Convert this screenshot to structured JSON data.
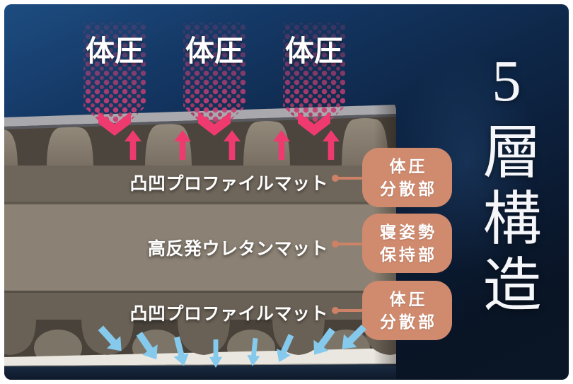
{
  "title": {
    "text": "5層構造"
  },
  "pressure": {
    "items": [
      {
        "label": "体圧"
      },
      {
        "label": "体圧"
      },
      {
        "label": "体圧"
      }
    ]
  },
  "layers": {
    "top_label": "凸凹プロファイルマット",
    "middle_label": "高反発ウレタンマット",
    "bottom_label": "凸凹プロファイルマット"
  },
  "badges": [
    {
      "line1": "体圧",
      "line2": "分散部"
    },
    {
      "line1": "寝姿勢",
      "line2": "保持部"
    },
    {
      "line1": "体圧",
      "line2": "分散部"
    }
  ],
  "colors": {
    "accent_pink": "#ef3a70",
    "dot_pink": "#c83f73",
    "arrow_blue": "#85c9ec",
    "badge_bg": "#d08a6e",
    "connector": "#cd8166",
    "title_white": "#f4f6f9",
    "label_white": "#ffffff",
    "navy_deep": "#0a1626",
    "navy_light": "#1c4a7e"
  }
}
